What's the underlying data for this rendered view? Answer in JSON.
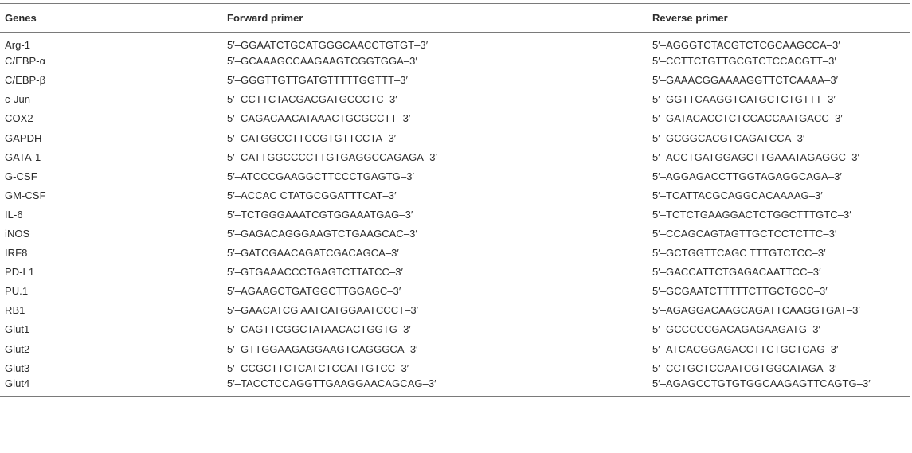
{
  "table": {
    "headers": [
      "Genes",
      "Forward primer",
      "Reverse primer"
    ],
    "rows": [
      [
        "Arg-1",
        "5′–GGAATCTGCATGGGCAACCTGTGT–3′",
        "5′–AGGGTCTACGTCTCGCAAGCCA–3′"
      ],
      [
        "C/EBP-α",
        "5′–GCAAAGCCAAGAAGTCGGTGGA–3′",
        "5′–CCTTCTGTTGCGTCTCCACGTT–3′"
      ],
      [
        "C/EBP-β",
        "5′–GGGTTGTTGATGTTTTTGGTTT–3′",
        "5′–GAAACGGAAAAGGTTCTCAAAA–3′"
      ],
      [
        "c-Jun",
        "5′–CCTTCTACGACGATGCCCTC–3′",
        "5′–GGTTCAAGGTCATGCTCTGTTT–3′"
      ],
      [
        "COX2",
        "5′–CAGACAACATAAACTGCGCCTT–3′",
        "5′–GATACACCTCTCCACCAATGACC–3′"
      ],
      [
        "GAPDH",
        "5′–CATGGCCTTCCGTGTTCCTA–3′",
        "5′–GCGGCACGTCAGATCCA–3′"
      ],
      [
        "GATA-1",
        "5′–CATTGGCCCCTTGTGAGGCCAGAGA–3′",
        "5′–ACCTGATGGAGCTTGAAATAGAGGC–3′"
      ],
      [
        "G-CSF",
        "5′–ATCCCGAAGGCTTCCCTGAGTG–3′",
        "5′–AGGAGACCTTGGTAGAGGCAGA–3′"
      ],
      [
        "GM-CSF",
        "5′–ACCAC CTATGCGGATTTCAT–3′",
        "5′–TCATTACGCAGGCACAAAAG–3′"
      ],
      [
        "IL-6",
        "5′–TCTGGGAAATCGTGGAAATGAG–3′",
        "5′–TCTCTGAAGGACTCTGGCTTTGTC–3′"
      ],
      [
        "iNOS",
        "5′–GAGACAGGGAAGTCTGAAGCAC–3′",
        "5′–CCAGCAGTAGTTGCTCCTCTTC–3′"
      ],
      [
        "IRF8",
        "5′–GATCGAACAGATCGACAGCA–3′",
        "5′–GCTGGTTCAGC TTTGTCTCC–3′"
      ],
      [
        "PD-L1",
        "5′–GTGAAACCCTGAGTCTTATCC–3′",
        "5′–GACCATTCTGAGACAATTCC–3′"
      ],
      [
        "PU.1",
        "5′–AGAAGCTGATGGCTTGGAGC–3′",
        "5′–GCGAATCTTTTTCTTGCTGCC–3′"
      ],
      [
        "RB1",
        "5′–GAACATCG AATCATGGAATCCCT–3′",
        "5′–AGAGGACAAGCAGATTCAAGGTGAT–3′"
      ],
      [
        "Glut1",
        "5′–CAGTTCGGCTATAACACTGGTG–3′",
        "5′–GCCCCCGACAGAGAAGATG–3′"
      ],
      [
        "Glut2",
        "5′–GTTGGAAGAGGAAGTCAGGGCA–3′",
        "5′–ATCACGGAGACCTTCTGCTCAG–3′"
      ],
      [
        "Glut3",
        "5′–CCGCTTCTCATCTCCATTGTCC–3′",
        "5′–CCTGCTCCAATCGTGGCATAGA–3′"
      ],
      [
        "Glut4",
        "5′–TACCTCCAGGTTGAAGGAACAGCAG–3′",
        "5′–AGAGCCTGTGTGGCAAGAGTTCAGTG–3′"
      ]
    ]
  }
}
